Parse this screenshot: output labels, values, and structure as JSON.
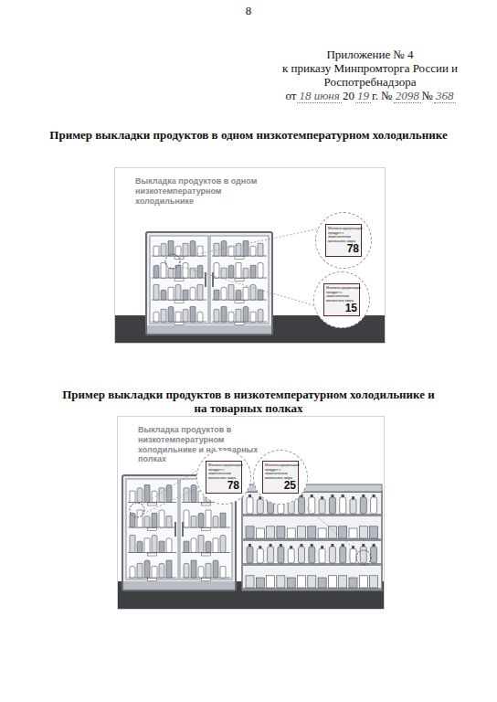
{
  "diagram": {
    "title": "Пример выкладки продуктов в одном низкотемпературном холодильнике",
    "nodes": [
      {
        "text": [
          "Выкладка продуктов в одном низкотемпературном холодильнике"
        ]
      },
      {
        "text": [
          "Молокосодержащий продукт с заменителем молочного жира",
          "78"
        ],
        "in": 0
      },
      {
        "text": [
          "Молокосодержащий продукт с заменителем молочного жира",
          "15"
        ],
        "in": 0
      },
      {
        "text": [
          "Выкладка продуктов в низкотемпературном холодильнике и на товарных полках"
        ]
      },
      {
        "text": [
          "Молокосодержащий продукт с заменителем молочного жира",
          "78"
        ],
        "in": 3
      },
      {
        "text": [
          "Молокосодержащий продукт с заменителем молочного жира",
          "25"
        ],
        "in": 3
      }
    ],
    "edges": [],
    "labels": [
      "8",
      "Приложение № 4",
      "к приказу Минпромторга России и",
      "Роспотребнадзора",
      "от",
      "18 июня",
      "20",
      "19",
      "г. №",
      "2098",
      "№",
      "368",
      "Пример выкладки продуктов в низкотемпературном холодильнике и на товарных полках"
    ]
  }
}
